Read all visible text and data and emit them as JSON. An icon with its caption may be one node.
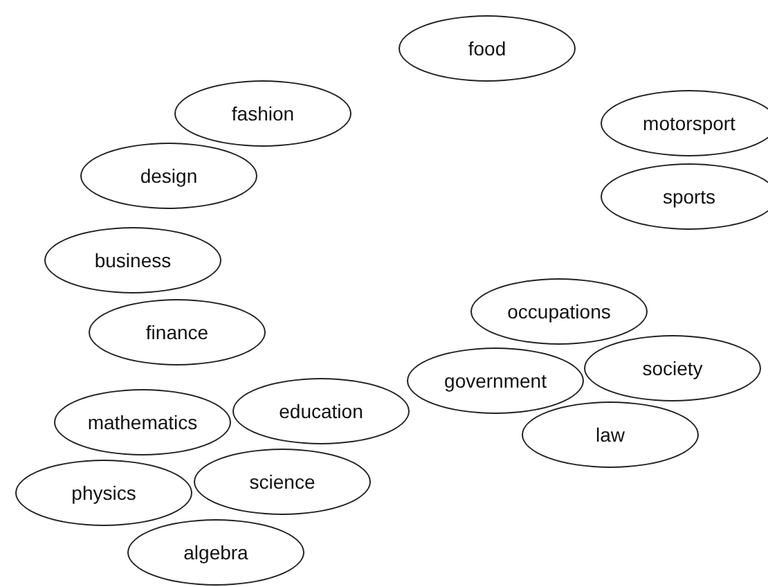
{
  "diagram": {
    "nodes": [
      {
        "text": [
          "food"
        ]
      },
      {
        "text": [
          "fashion"
        ]
      },
      {
        "text": [
          "motorsport"
        ]
      },
      {
        "text": [
          "design"
        ]
      },
      {
        "text": [
          "sports"
        ]
      },
      {
        "text": [
          "business"
        ]
      },
      {
        "text": [
          "occupations"
        ]
      },
      {
        "text": [
          "finance"
        ]
      },
      {
        "text": [
          "government"
        ]
      },
      {
        "text": [
          "society"
        ]
      },
      {
        "text": [
          "law"
        ]
      },
      {
        "text": [
          "mathematics"
        ]
      },
      {
        "text": [
          "education"
        ]
      },
      {
        "text": [
          "science"
        ]
      },
      {
        "text": [
          "physics"
        ]
      },
      {
        "text": [
          "algebra"
        ]
      }
    ]
  }
}
